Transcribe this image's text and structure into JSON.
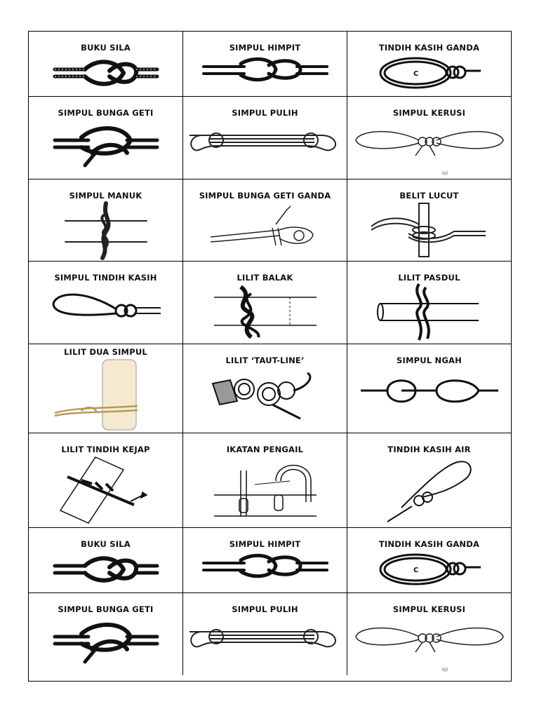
{
  "cards": [
    {
      "label": "BUKU SILA"
    },
    {
      "label": "SIMPUL HIMPIT"
    },
    {
      "label": "TINDIH KASIH GANDA",
      "mark": "C"
    },
    {
      "label": "SIMPUL BUNGA GETI"
    },
    {
      "label": "SIMPUL PULIH"
    },
    {
      "label": "SIMPUL KERUSI",
      "mark": "(c)"
    },
    {
      "label": "SIMPUL MANUK"
    },
    {
      "label": "SIMPUL BUNGA GETI GANDA"
    },
    {
      "label": "BELIT LUCUT"
    },
    {
      "label": "SIMPUL TINDIH KASIH"
    },
    {
      "label": "LILIT BALAK"
    },
    {
      "label": "LILIT PASDUL"
    },
    {
      "label": "LILIT DUA SIMPUL"
    },
    {
      "label": "LILIT ‘TAUT-LINE’"
    },
    {
      "label": "SIMPUL NGAH"
    },
    {
      "label": "LILIT TINDIH KEJAP"
    },
    {
      "label": "IKATAN PENGAIL"
    },
    {
      "label": "TINDIH KASIH AIR"
    },
    {
      "label": "BUKU SILA"
    },
    {
      "label": "SIMPUL HIMPIT"
    },
    {
      "label": "TINDIH KASIH GANDA",
      "mark": "C"
    },
    {
      "label": "SIMPUL BUNGA GETI"
    },
    {
      "label": "SIMPUL PULIH"
    },
    {
      "label": "SIMPUL KERUSI",
      "mark": "(c)"
    }
  ]
}
